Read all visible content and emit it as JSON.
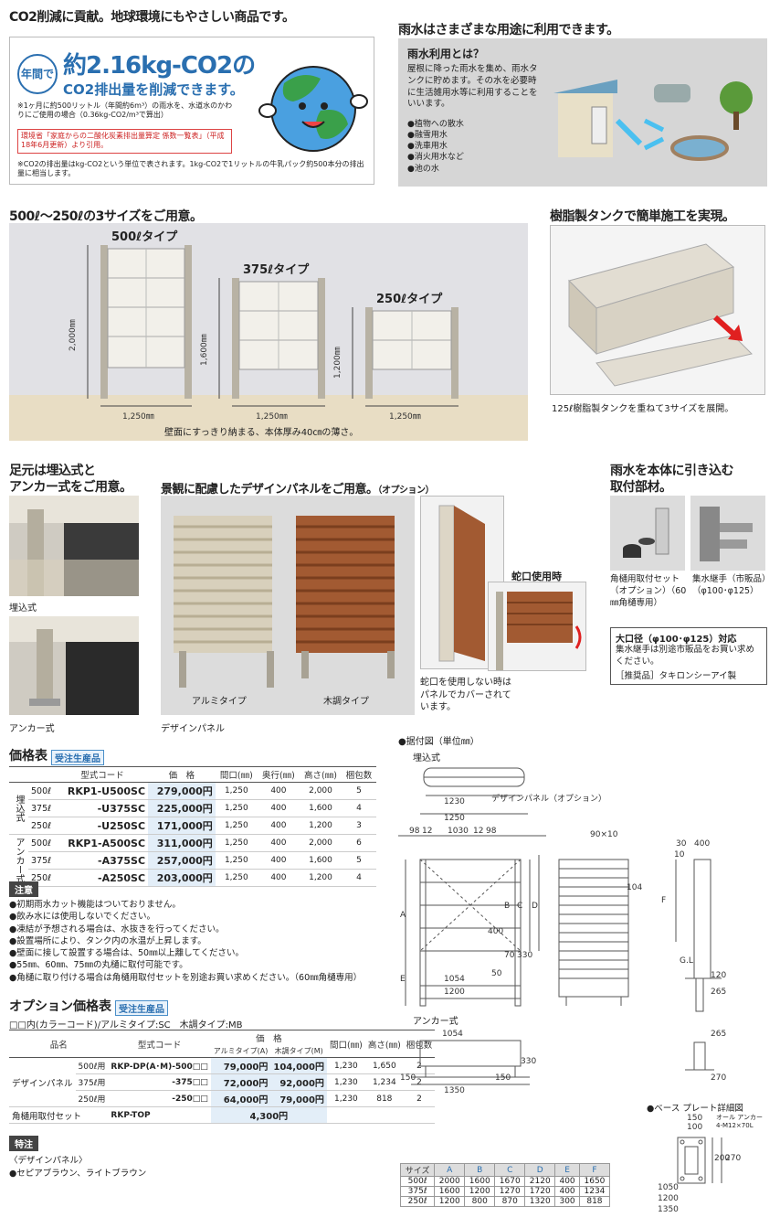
{
  "co2": {
    "heading": "CO2削減に貢献。地球環境にもやさしい商品です。",
    "pill": "年間で",
    "big": "約2.16kg-CO2の",
    "sub": "CO2排出量を削減できます。",
    "note1": "※1ヶ月に約500リットル（年間約6m³）の雨水を、水道水のかわりにご使用の場合（0.36kg-CO2/m³で算出）",
    "redbox": "環境省「家庭からの二酸化炭素排出量算定 係数一覧表」（平成18年6月更新）より引用。",
    "note2": "※CO2の排出量はkg-CO2という単位で表されます。1kg-CO2で1リットルの牛乳パック約500本分の排出量に相当します。"
  },
  "rain": {
    "heading": "雨水はさまざまな用途に利用できます。",
    "title": "雨水利用とは？",
    "desc": "屋根に降った雨水を集め、雨水タンクに貯めます。その水を必要時に生活雑用水等に利用することをいいます。",
    "uses": [
      "●植物への散水",
      "●融雪用水",
      "●洗車用水",
      "●消火用水など",
      "●池の水"
    ]
  },
  "sizes": {
    "heading": "500ℓ～250ℓの3サイズをご用意。",
    "types": [
      "500ℓタイプ",
      "375ℓタイプ",
      "250ℓタイプ"
    ],
    "heights": [
      "2,000㎜",
      "1,600㎜",
      "1,200㎜"
    ],
    "widths": [
      "1,250㎜",
      "1,250㎜",
      "1,250㎜"
    ],
    "caption": "壁面にすっきり納まる、本体厚み40㎝の薄さ。"
  },
  "resin": {
    "heading": "樹脂製タンクで簡単施工を実現。",
    "caption": "125ℓ樹脂製タンクを重ねて3サイズを展開。"
  },
  "base": {
    "heading1": "足元は埋込式と",
    "heading2": "アンカー式をご用意。",
    "label1": "埋込式",
    "label2": "アンカー式"
  },
  "panel": {
    "heading": "景観に配慮したデザインパネルをご用意。",
    "option": "（オプション）",
    "alumi": "アルミタイプ",
    "wood": "木調タイプ",
    "caption": "デザインパネル",
    "tap_title": "蛇口使用時",
    "tap_note": "蛇口を使用しない時はパネルでカバーされています。"
  },
  "parts": {
    "heading1": "雨水を本体に引き込む",
    "heading2": "取付部材。",
    "item1": "角樋用取付セット（オプション）（60㎜角樋専用）",
    "item2": "集水継手（市販品）（φ100･φ125）",
    "box_title": "大口径（φ100･φ125）対応",
    "box_text": "集水継手は別途市販品をお買い求めください。",
    "box_rec": "［推奨品］タキロンシーアイ製"
  },
  "price": {
    "title": "価格表",
    "badge": "受注生産品",
    "headers": [
      "型式コード",
      "価　格",
      "間口(㎜)",
      "奥行(㎜)",
      "高さ(㎜)",
      "梱包数"
    ],
    "group1": "埋込式",
    "group2": "アンカー式",
    "rows": [
      {
        "cap": "500ℓ",
        "code": "RKP1-U500SC",
        "price": "279,000円",
        "w": "1,250",
        "d": "400",
        "h": "2,000",
        "n": "5"
      },
      {
        "cap": "375ℓ",
        "code": "-U375SC",
        "price": "225,000円",
        "w": "1,250",
        "d": "400",
        "h": "1,600",
        "n": "4"
      },
      {
        "cap": "250ℓ",
        "code": "-U250SC",
        "price": "171,000円",
        "w": "1,250",
        "d": "400",
        "h": "1,200",
        "n": "3"
      },
      {
        "cap": "500ℓ",
        "code": "RKP1-A500SC",
        "price": "311,000円",
        "w": "1,250",
        "d": "400",
        "h": "2,000",
        "n": "6"
      },
      {
        "cap": "375ℓ",
        "code": "-A375SC",
        "price": "257,000円",
        "w": "1,250",
        "d": "400",
        "h": "1,600",
        "n": "5"
      },
      {
        "cap": "250ℓ",
        "code": "-A250SC",
        "price": "203,000円",
        "w": "1,250",
        "d": "400",
        "h": "1,200",
        "n": "4"
      }
    ]
  },
  "caution": {
    "title": "注意",
    "items": [
      "●初期雨水カット機能はついておりません。",
      "●飲み水には使用しないでください。",
      "●凍結が予想される場合は、水抜きを行ってください。",
      "●設置場所により、タンク内の水温が上昇します。",
      "●壁面に接して設置する場合は、50㎜以上離してください。",
      "●55㎜、60㎜、75㎜の丸樋に取付可能です。",
      "●角樋に取り付ける場合は角樋用取付セットを別途お買い求めください。（60㎜角樋専用）"
    ]
  },
  "option": {
    "title": "オプション価格表",
    "badge": "受注生産品",
    "legend": "□□内(カラーコード)/アルミタイプ:SC　木調タイプ:MB",
    "headers": [
      "品名",
      "型式コード",
      "価　格",
      "アルミタイプ(A)",
      "木調タイプ(M)",
      "間口(㎜)",
      "高さ(㎜)",
      "梱包数"
    ],
    "name": "デザインパネル",
    "rows": [
      {
        "cap": "500ℓ用",
        "code": "RKP-DP(A･M)-500□□",
        "a": "79,000円",
        "m": "104,000円",
        "w": "1,230",
        "h": "1,650",
        "n": "2"
      },
      {
        "cap": "375ℓ用",
        "code": "-375□□",
        "a": "72,000円",
        "m": "92,000円",
        "w": "1,230",
        "h": "1,234",
        "n": "2"
      },
      {
        "cap": "250ℓ用",
        "code": "-250□□",
        "a": "64,000円",
        "m": "79,000円",
        "w": "1,230",
        "h": "818",
        "n": "2"
      }
    ],
    "top_name": "角樋用取付セット",
    "top_code": "RKP-TOP",
    "top_price": "4,300円"
  },
  "special": {
    "title": "特注",
    "line1": "〈デザインパネル〉",
    "line2": "●セピアブラウン、ライトブラウン"
  },
  "drawing": {
    "title": "●据付図（単位㎜）",
    "umekomi": "埋込式",
    "anchor": "アンカー式",
    "panel_label": "デザインパネル（オプション）",
    "d1230": "1230",
    "d1250": "1250",
    "d98": "98",
    "d12": "12",
    "d1030": "1030",
    "d90x10": "90×10",
    "d30": "30",
    "d10": "10",
    "d400": "400",
    "d104": "104",
    "d70": "70",
    "d330": "330",
    "d1054": "1054",
    "d1200": "1200",
    "d50": "50",
    "d120": "120",
    "d265": "265",
    "d270": "270",
    "d150": "150",
    "d1350": "1350",
    "gl": "G.L",
    "la": "A",
    "lb": "B",
    "lc": "C",
    "ld": "D",
    "le": "E",
    "lf": "F",
    "plate_title": "●ベース プレート詳細図",
    "bolt": "オール アンカー 4-M12×70L",
    "p150": "150",
    "p100": "100",
    "p200": "200",
    "p270": "270",
    "p1050": "1050",
    "p1200": "1200",
    "p1350": "1350"
  },
  "size_table": {
    "headers": [
      "サイズ",
      "A",
      "B",
      "C",
      "D",
      "E",
      "F"
    ],
    "rows": [
      [
        "500ℓ",
        "2000",
        "1600",
        "1670",
        "2120",
        "400",
        "1650"
      ],
      [
        "375ℓ",
        "1600",
        "1200",
        "1270",
        "1720",
        "400",
        "1234"
      ],
      [
        "250ℓ",
        "1200",
        "800",
        "870",
        "1320",
        "300",
        "818"
      ]
    ]
  }
}
